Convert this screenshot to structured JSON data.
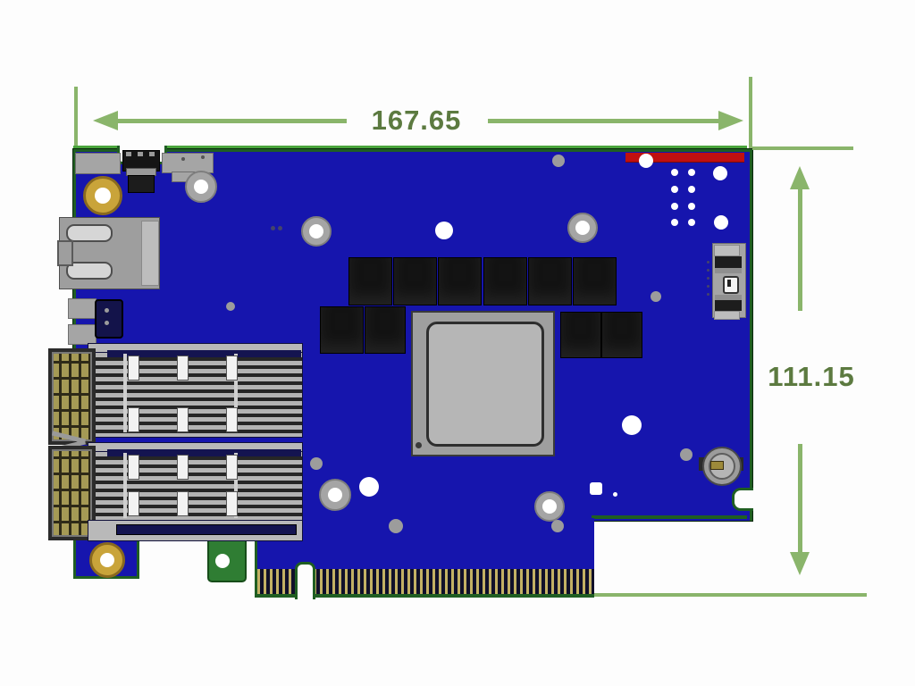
{
  "annotations": {
    "width_dimension": "167.65",
    "height_dimension": "111.15"
  },
  "colors": {
    "pcb_blue": "#1615ad",
    "board_edge_green": "#1f5e22",
    "dimension_line_green": "#8ab56b",
    "dimension_text_green": "#5c7a40",
    "red_strip": "#c01010",
    "gold_fingers": "#c3b164",
    "gold_ring": "#c9a43a",
    "component_black": "#131313",
    "metal_gray": "#a5a5a5"
  },
  "components": [
    "rj45-connector",
    "usb-connector",
    "qsfp-cage-1",
    "qsfp-cage-2",
    "asic-chip",
    "inductor-array",
    "coin-cell-battery",
    "pcie-edge-connector",
    "side-io-connector",
    "mounting-holes"
  ]
}
